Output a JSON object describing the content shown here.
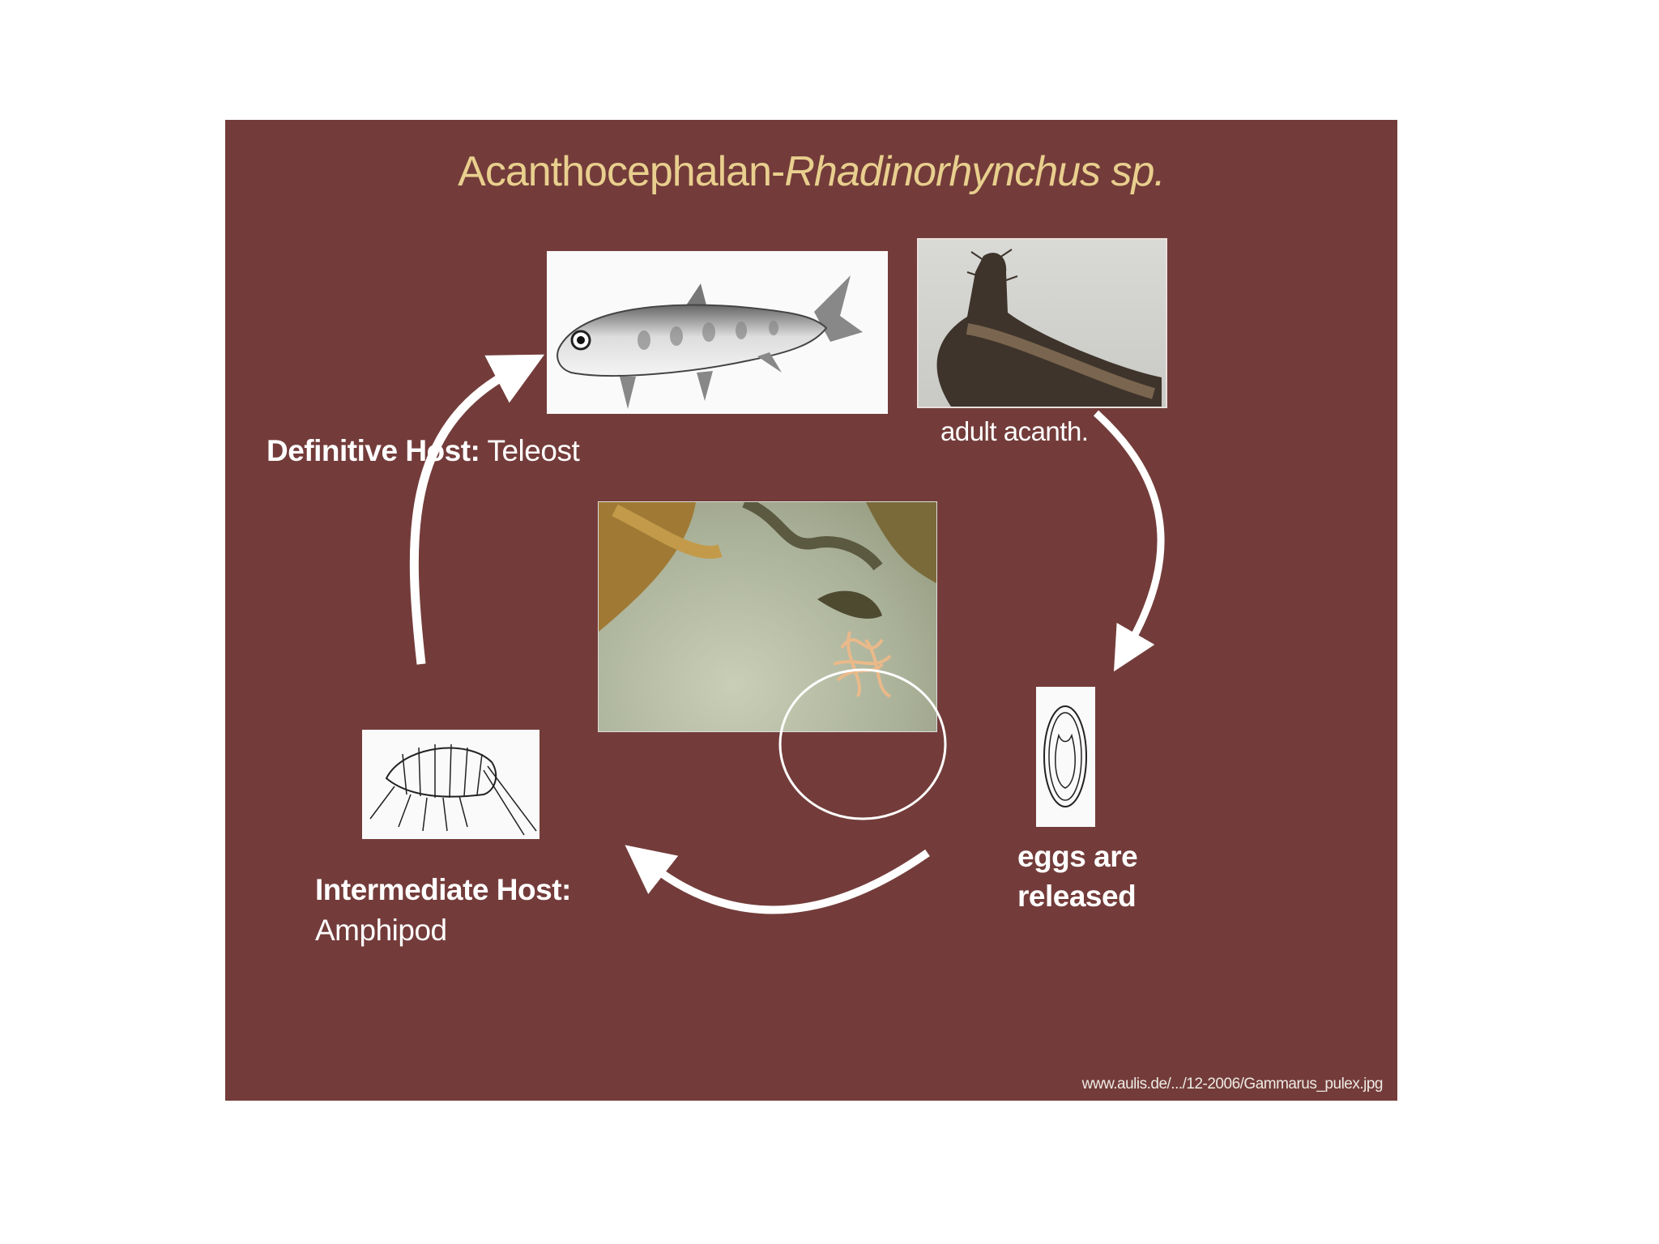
{
  "slide": {
    "background_color": "#733c3a",
    "title_color": "#e9cf8e",
    "title": {
      "plain": "Acanthocephalan-",
      "italic": "Rhadinorhynchus sp."
    },
    "labels": {
      "definitive_host_bold": "Definitive Host:",
      "definitive_host_value": "Teleost",
      "adult": "adult acanth.",
      "eggs_line1": "eggs are",
      "eggs_line2": "released",
      "intermediate_host_bold": "Intermediate Host:",
      "intermediate_host_value": "Amphipod"
    },
    "credit": "www.aulis.de/.../12-2006/Gammarus_pulex.jpg",
    "images": [
      "fish-illustration",
      "adult-acanthocephalan-photo",
      "dissected-fish-with-worms-photo",
      "egg-illustration",
      "amphipod-illustration"
    ]
  }
}
